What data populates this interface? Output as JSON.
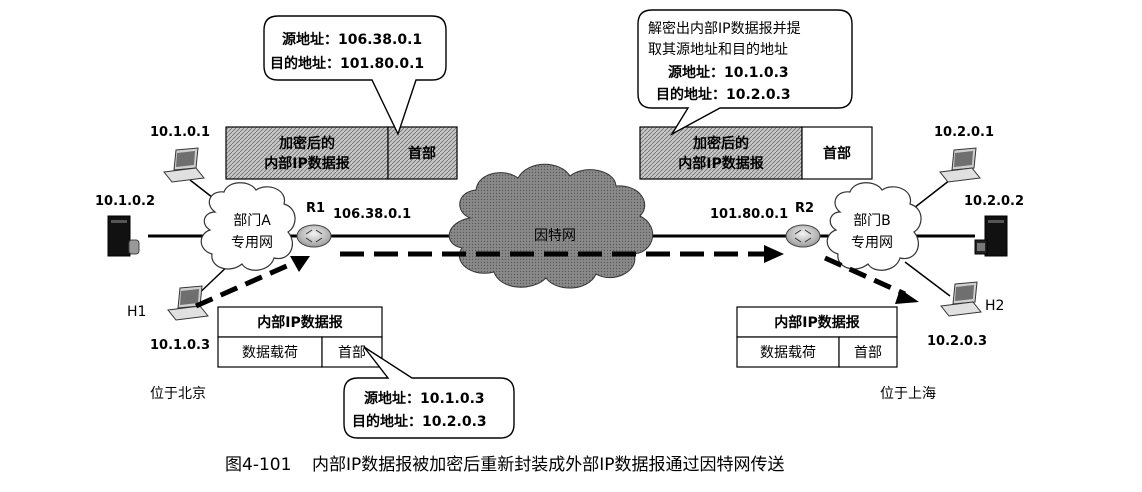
{
  "callouts": {
    "outer_header": {
      "line1": "源地址：106.38.0.1",
      "line2": "目的地址：101.80.0.1"
    },
    "decrypt_note": {
      "line1": "解密出内部IP数据报并提",
      "line2": "取其源地址和目的地址",
      "line3": "源地址：10.1.0.3",
      "line4": "目的地址：10.2.0.3"
    },
    "inner_header": {
      "line1": "源地址：10.1.0.3",
      "line2": "目的地址：10.2.0.3"
    }
  },
  "packets": {
    "encrypted_left": {
      "payload": "加密后的",
      "payload2": "内部IP数据报",
      "header": "首部"
    },
    "encrypted_right": {
      "payload": "加密后的",
      "payload2": "内部IP数据报",
      "header": "首部"
    },
    "inner_left": {
      "title": "内部IP数据报",
      "payload": "数据载荷",
      "header": "首部"
    },
    "inner_right": {
      "title": "内部IP数据报",
      "payload": "数据载荷",
      "header": "首部"
    }
  },
  "hosts": {
    "h_10_1_0_1": "10.1.0.1",
    "h_10_1_0_2": "10.1.0.2",
    "h_10_1_0_3": "10.1.0.3",
    "h1": "H1",
    "h_10_2_0_1": "10.2.0.1",
    "h_10_2_0_2": "10.2.0.2",
    "h_10_2_0_3": "10.2.0.3",
    "h2": "H2"
  },
  "routers": {
    "r1": "R1",
    "r1_ip": "106.38.0.1",
    "r2": "R2",
    "r2_ip": "101.80.0.1"
  },
  "networks": {
    "dept_a_line1": "部门A",
    "dept_a_line2": "专用网",
    "dept_b_line1": "部门B",
    "dept_b_line2": "专用网",
    "internet": "因特网"
  },
  "locations": {
    "left": "位于北京",
    "right": "位于上海"
  },
  "caption": {
    "number": "图4-101",
    "text": "内部IP数据报被加密后重新封装成外部IP数据报通过因特网传送"
  },
  "colors": {
    "hatch_fill": "#bdbdbd",
    "cloud_fill": "#8e8e8e",
    "stroke": "#000000"
  },
  "icons": [
    "laptop-icon",
    "server-icon",
    "router-icon",
    "cloud-icon"
  ]
}
